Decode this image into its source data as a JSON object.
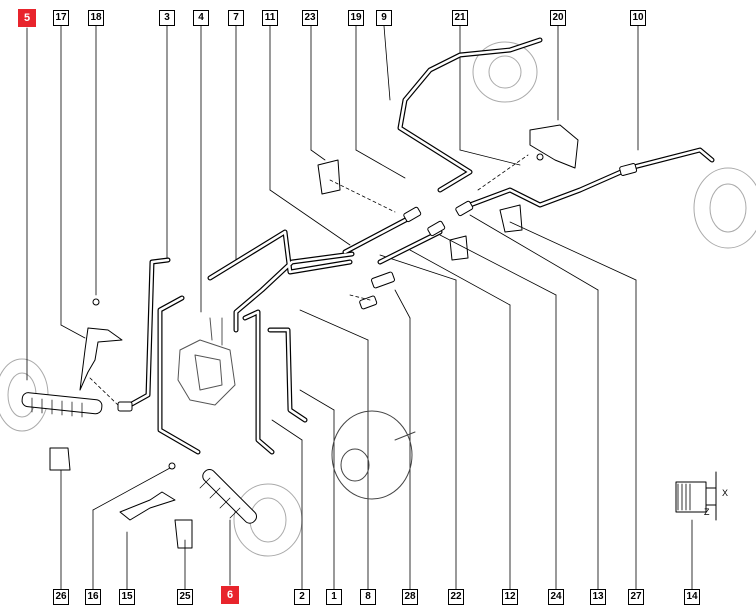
{
  "labels": {
    "top": [
      "5",
      "17",
      "18",
      "3",
      "4",
      "7",
      "11",
      "23",
      "19",
      "9",
      "21",
      "20",
      "10"
    ],
    "bottom": [
      "26",
      "16",
      "15",
      "25",
      "6",
      "2",
      "1",
      "8",
      "28",
      "22",
      "12",
      "24",
      "13",
      "27",
      "14"
    ],
    "highlighted": [
      "5",
      "6"
    ]
  },
  "dimension_letters": {
    "x": "X",
    "z": "Z"
  },
  "colors": {
    "highlight": "#e8242c",
    "line": "#000000",
    "background": "#ffffff"
  }
}
